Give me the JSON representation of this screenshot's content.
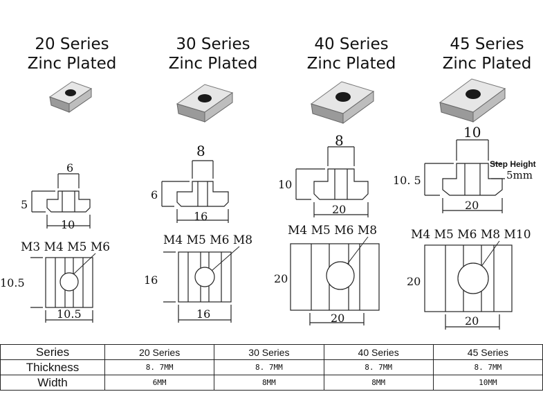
{
  "columns": [
    {
      "series": "20 Series",
      "finish": "Zinc Plated",
      "profile": {
        "top_width": "6",
        "top_height": "5",
        "bottom_width": "10"
      },
      "thread_sizes": "M3 M4 M5 M6",
      "plan": {
        "length": "10.5",
        "width": "10.5"
      }
    },
    {
      "series": "30 Series",
      "finish": "Zinc Plated",
      "profile": {
        "top_width": "8",
        "top_height": "6",
        "bottom_width": "16"
      },
      "thread_sizes": "M4 M5 M6 M8",
      "plan": {
        "length": "16",
        "width": "16"
      }
    },
    {
      "series": "40 Series",
      "finish": "Zinc Plated",
      "profile": {
        "top_width": "8",
        "top_height": "10",
        "bottom_width": "20"
      },
      "thread_sizes": "M4 M5 M6 M8",
      "plan": {
        "length": "20",
        "width": "20"
      }
    },
    {
      "series": "45 Series",
      "finish": "Zinc Plated",
      "profile": {
        "top_width": "10",
        "top_height": "10. 5",
        "bottom_width": "20",
        "step_label": "Step Height",
        "step_value": "5mm"
      },
      "thread_sizes": "M4 M5 M6 M8 M10",
      "plan": {
        "length": "20",
        "width": "20"
      }
    }
  ],
  "spec_table": {
    "header": [
      "Series",
      "20 Series",
      "30 Series",
      "40 Series",
      "45 Series"
    ],
    "rows": [
      {
        "label": "Thickness",
        "values": [
          "8. 7MM",
          "8. 7MM",
          "8. 7MM",
          "8. 7MM"
        ]
      },
      {
        "label": "Width",
        "values": [
          "6MM",
          "8MM",
          "8MM",
          "10MM"
        ]
      }
    ]
  },
  "colors": {
    "metal_light": "#d9d9d9",
    "metal_dark": "#7a7a7a",
    "line": "#222222",
    "hole": "#1a1a1a"
  }
}
